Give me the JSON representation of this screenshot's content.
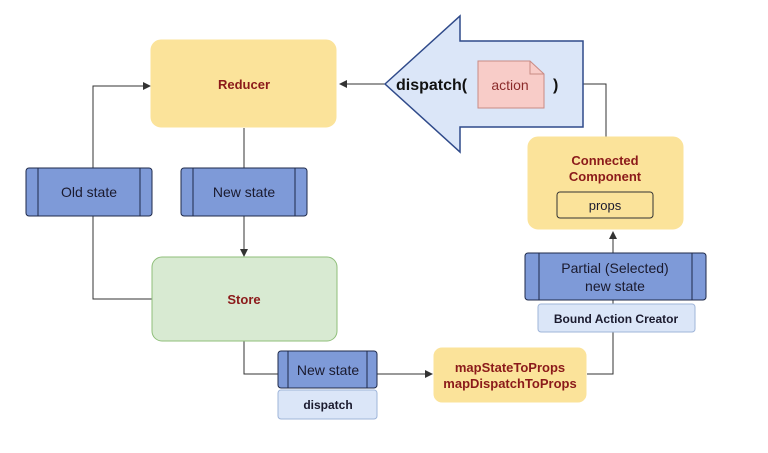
{
  "colors": {
    "yellow_fill": "#fbe39a",
    "green_fill": "#d8ead2",
    "green_stroke": "#8fbf7a",
    "blue_fill": "#7e9ad8",
    "blue_stroke": "#1f2a4a",
    "light_blue_fill": "#dbe6f8",
    "light_blue_stroke": "#9fb5d9",
    "pink_fill": "#f8ccc8",
    "pink_stroke": "#c98b85",
    "label_red": "#8b1a1a",
    "line": "#333333"
  },
  "nodes": {
    "reducer": "Reducer",
    "store": "Store",
    "old_state": "Old state",
    "new_state_reducer": "New state",
    "new_state_store": "New state",
    "dispatch_box": "dispatch",
    "map_state_to_props": "mapStateToProps",
    "map_dispatch_to_props": "mapDispatchToProps",
    "partial_state_line1": "Partial (Selected)",
    "partial_state_line2": "new state",
    "bound_action_creator": "Bound Action Creator",
    "connected_component_line1": "Connected",
    "connected_component_line2": "Component",
    "props": "props",
    "dispatch_call_prefix": "dispatch(",
    "action": "action",
    "dispatch_call_suffix": ")"
  }
}
